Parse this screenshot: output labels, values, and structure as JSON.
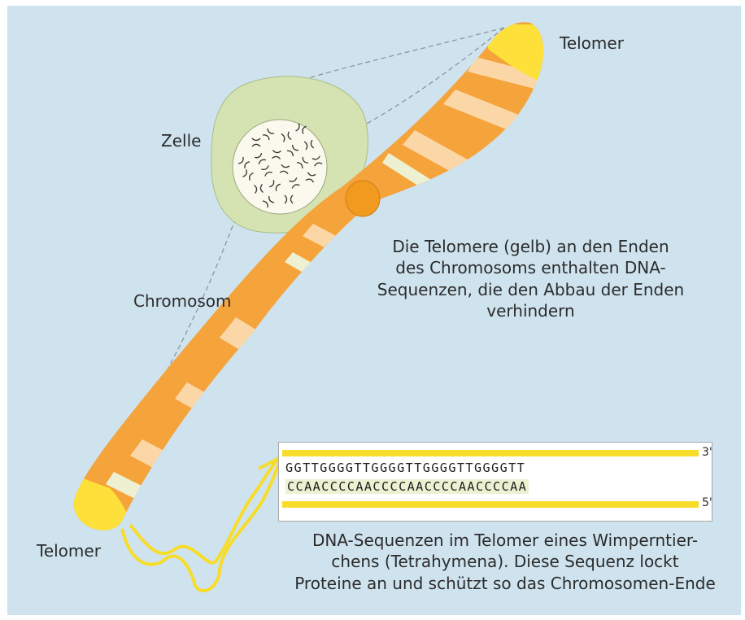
{
  "labels": {
    "telomer_top": "Telomer",
    "telomer_bottom": "Telomer",
    "zelle": "Zelle",
    "chromosom": "Chromosom",
    "caption_main": [
      "Die Telomere (gelb) an den Enden",
      "des Chromosoms enthalten DNA-",
      "Sequenzen, die den Abbau der Enden",
      "verhindern"
    ],
    "caption_bottom": [
      "DNA-Sequenzen im Telomer eines Wimperntier-",
      "chens (Tetrahymena). Diese Sequenz lockt",
      "Proteine an und schützt so das Chromosomen-Ende"
    ]
  },
  "sequence": {
    "strand_top": "GGTTGGGGTTGGGGTTGGGGTTGGGGTT",
    "strand_bottom": "CCAACCCCAACCCCAACCCCAACCCCAA",
    "prime_top": "3'",
    "prime_bottom": "5'"
  },
  "colors": {
    "background": "#cfe3ef",
    "telomere_yellow": "#fde03a",
    "chromosome_orange": "#f5a43c",
    "chromosome_band_light": "#fbd7a8",
    "centromere": "#f29a1f",
    "cell_green": "#d5e2b1",
    "nucleus": "#fbf9ee",
    "highlight_band": "#edf1d2"
  }
}
